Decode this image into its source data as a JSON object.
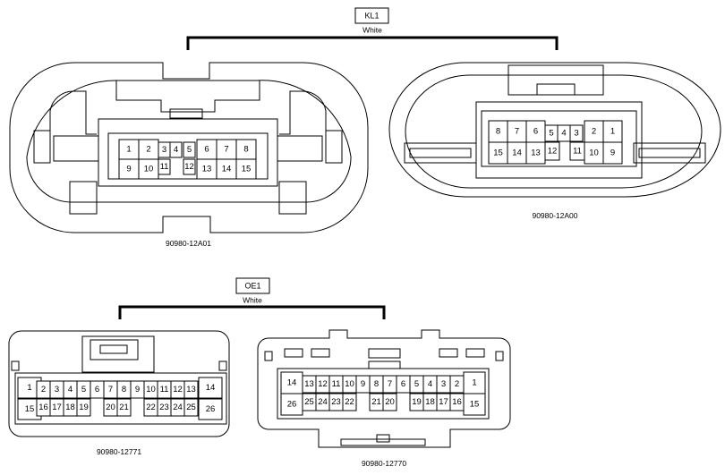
{
  "groups": [
    {
      "code": "KL1",
      "color": "White"
    },
    {
      "code": "OE1",
      "color": "White"
    }
  ],
  "connectors": [
    {
      "part_number": "90980-12A01",
      "cavities": [
        {
          "pin": "1"
        },
        {
          "pin": "2"
        },
        {
          "pin": "3"
        },
        {
          "pin": "4"
        },
        {
          "pin": "5"
        },
        {
          "pin": "6"
        },
        {
          "pin": "7"
        },
        {
          "pin": "8"
        },
        {
          "pin": "9"
        },
        {
          "pin": "10"
        },
        {
          "pin": "11"
        },
        {
          "pin": "12"
        },
        {
          "pin": "13"
        },
        {
          "pin": "14"
        },
        {
          "pin": "15"
        }
      ]
    },
    {
      "part_number": "90980-12A00",
      "cavities": [
        {
          "pin": "8"
        },
        {
          "pin": "7"
        },
        {
          "pin": "6"
        },
        {
          "pin": "5"
        },
        {
          "pin": "4"
        },
        {
          "pin": "3"
        },
        {
          "pin": "2"
        },
        {
          "pin": "1"
        },
        {
          "pin": "15"
        },
        {
          "pin": "14"
        },
        {
          "pin": "13"
        },
        {
          "pin": "12"
        },
        {
          "pin": "11"
        },
        {
          "pin": "10"
        },
        {
          "pin": "9"
        }
      ]
    },
    {
      "part_number": "90980-12771",
      "cavities": [
        {
          "pin": "1"
        },
        {
          "pin": "2"
        },
        {
          "pin": "3"
        },
        {
          "pin": "4"
        },
        {
          "pin": "5"
        },
        {
          "pin": "6"
        },
        {
          "pin": "7"
        },
        {
          "pin": "8"
        },
        {
          "pin": "9"
        },
        {
          "pin": "10"
        },
        {
          "pin": "11"
        },
        {
          "pin": "12"
        },
        {
          "pin": "13"
        },
        {
          "pin": "14"
        },
        {
          "pin": "15"
        },
        {
          "pin": "16"
        },
        {
          "pin": "17"
        },
        {
          "pin": "18"
        },
        {
          "pin": "19"
        },
        {
          "pin": "20"
        },
        {
          "pin": "21"
        },
        {
          "pin": "22"
        },
        {
          "pin": "23"
        },
        {
          "pin": "24"
        },
        {
          "pin": "25"
        },
        {
          "pin": "26"
        }
      ]
    },
    {
      "part_number": "90980-12770",
      "cavities": [
        {
          "pin": "14"
        },
        {
          "pin": "13"
        },
        {
          "pin": "12"
        },
        {
          "pin": "11"
        },
        {
          "pin": "10"
        },
        {
          "pin": "9"
        },
        {
          "pin": "8"
        },
        {
          "pin": "7"
        },
        {
          "pin": "6"
        },
        {
          "pin": "5"
        },
        {
          "pin": "4"
        },
        {
          "pin": "3"
        },
        {
          "pin": "2"
        },
        {
          "pin": "1"
        },
        {
          "pin": "26"
        },
        {
          "pin": "25"
        },
        {
          "pin": "24"
        },
        {
          "pin": "23"
        },
        {
          "pin": "22"
        },
        {
          "pin": "21"
        },
        {
          "pin": "20"
        },
        {
          "pin": "19"
        },
        {
          "pin": "18"
        },
        {
          "pin": "17"
        },
        {
          "pin": "16"
        },
        {
          "pin": "15"
        }
      ]
    }
  ]
}
